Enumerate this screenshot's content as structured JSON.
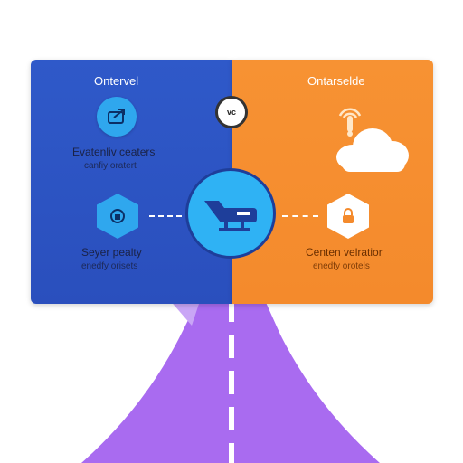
{
  "left_panel": {
    "title": "Ontervel",
    "item1": {
      "heading": "Evatenliv ceaters",
      "sub": "canfiy oratert"
    },
    "item2": {
      "heading": "Seyer pealty",
      "sub": "enedfy orisets"
    }
  },
  "right_panel": {
    "title": "Ontarselde",
    "item1": {
      "heading": "Centen velratior",
      "sub": "enedfy orotels"
    }
  },
  "center_badge": {
    "label": "vc"
  },
  "colors": {
    "left_panel": "#2f59c9",
    "right_panel": "#f48a2c",
    "accent_blue": "#2fa7ee",
    "road": "#a96bf0"
  },
  "icons": {
    "left_top": "share-arrow-icon",
    "left_bottom": "lock-badge-icon",
    "right_top": "touch-signal-icon",
    "right_cloud": "cloud-icon",
    "right_bottom": "padlock-icon",
    "hub": "vehicle-icon"
  }
}
